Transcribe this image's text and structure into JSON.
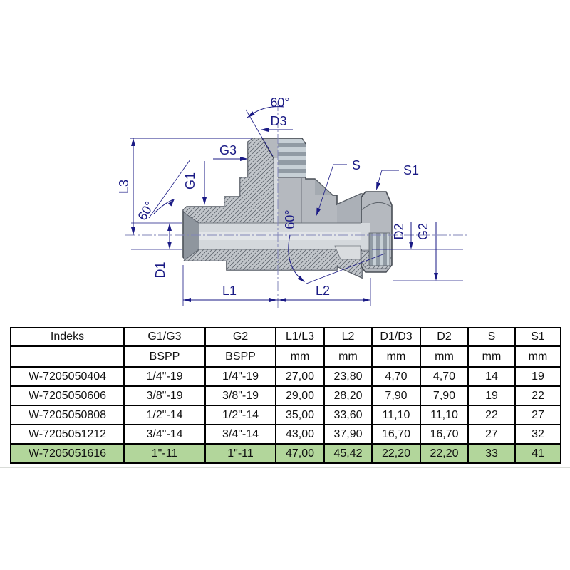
{
  "page": {
    "background": "#ffffff"
  },
  "diagram": {
    "type": "technical-drawing",
    "subject": "BSPP tee adapter half-section with swivel nut",
    "labels": {
      "angle_top": "60°",
      "d3": "D3",
      "g3": "G3",
      "g1": "G1",
      "l3": "L3",
      "angle_left": "60°",
      "d1": "D1",
      "s": "S",
      "s1": "S1",
      "angle_mid": "60°",
      "d2": "D2",
      "g2": "G2",
      "l1": "L1",
      "l2": "L2"
    },
    "colors": {
      "dimension": "#1a1a85",
      "body": "#b5b9bf",
      "hatch_bg": "#c2c6cb",
      "outline": "#474c54",
      "thread_light": "#c7d0d6",
      "thread_dark": "#919ba4"
    }
  },
  "table": {
    "columns": [
      "Indeks",
      "G1/G3",
      "G2",
      "L1/L3",
      "L2",
      "D1/D3",
      "D2",
      "S",
      "S1"
    ],
    "units": [
      "",
      "BSPP",
      "BSPP",
      "mm",
      "mm",
      "mm",
      "mm",
      "mm",
      "mm"
    ],
    "rows": [
      [
        "W-7205050404",
        "1/4\"-19",
        "1/4\"-19",
        "27,00",
        "23,80",
        "4,70",
        "4,70",
        "14",
        "19"
      ],
      [
        "W-7205050606",
        "3/8\"-19",
        "3/8\"-19",
        "29,00",
        "28,20",
        "7,90",
        "7,90",
        "19",
        "22"
      ],
      [
        "W-7205050808",
        "1/2\"-14",
        "1/2\"-14",
        "35,00",
        "33,60",
        "11,10",
        "11,10",
        "22",
        "27"
      ],
      [
        "W-7205051212",
        "3/4\"-14",
        "3/4\"-14",
        "43,00",
        "37,90",
        "16,70",
        "16,70",
        "27",
        "32"
      ],
      [
        "W-7205051616",
        "1\"-11",
        "1\"-11",
        "47,00",
        "45,42",
        "22,20",
        "22,20",
        "33",
        "41"
      ]
    ],
    "highlighted_row": "W-7205051616",
    "highlight_color": "#b2d69b"
  }
}
